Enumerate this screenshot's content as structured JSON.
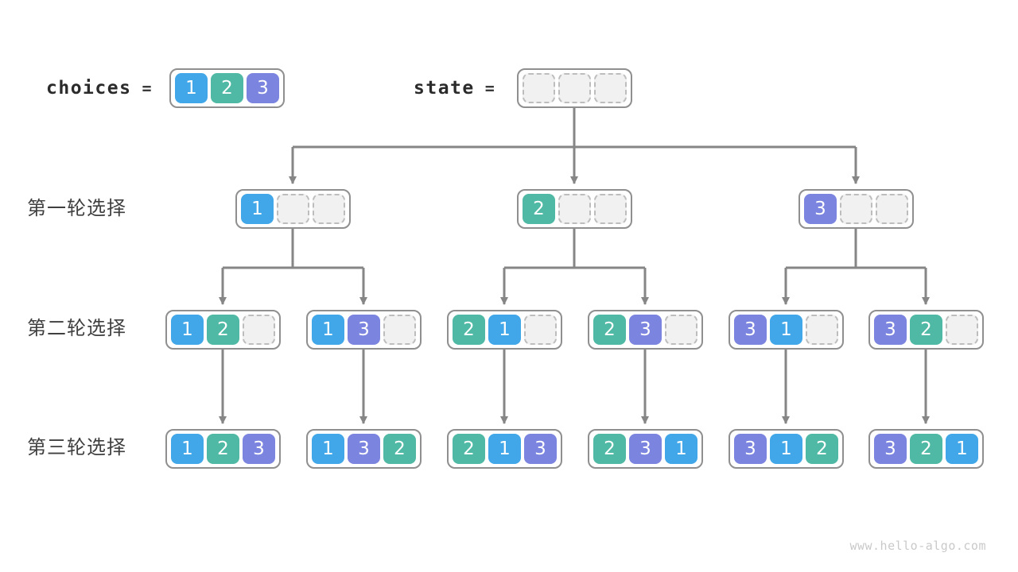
{
  "header": {
    "choices_label": "choices",
    "state_label": "state",
    "equals": "="
  },
  "rounds": [
    "第一轮选择",
    "第二轮选择",
    "第三轮选择"
  ],
  "watermark": "www.hello-algo.com",
  "colors": {
    "1": "#41A7E8",
    "2": "#50B9A5",
    "3": "#7B84DE"
  },
  "choices": {
    "cells": [
      1,
      2,
      3
    ]
  },
  "state": {
    "cells": [
      null,
      null,
      null
    ]
  },
  "tree": {
    "level1": [
      [
        1,
        null,
        null
      ],
      [
        2,
        null,
        null
      ],
      [
        3,
        null,
        null
      ]
    ],
    "level2": [
      [
        1,
        2,
        null
      ],
      [
        1,
        3,
        null
      ],
      [
        2,
        1,
        null
      ],
      [
        2,
        3,
        null
      ],
      [
        3,
        1,
        null
      ],
      [
        3,
        2,
        null
      ]
    ],
    "level3": [
      [
        1,
        2,
        3
      ],
      [
        1,
        3,
        2
      ],
      [
        2,
        1,
        3
      ],
      [
        2,
        3,
        1
      ],
      [
        3,
        1,
        2
      ],
      [
        3,
        2,
        1
      ]
    ]
  }
}
